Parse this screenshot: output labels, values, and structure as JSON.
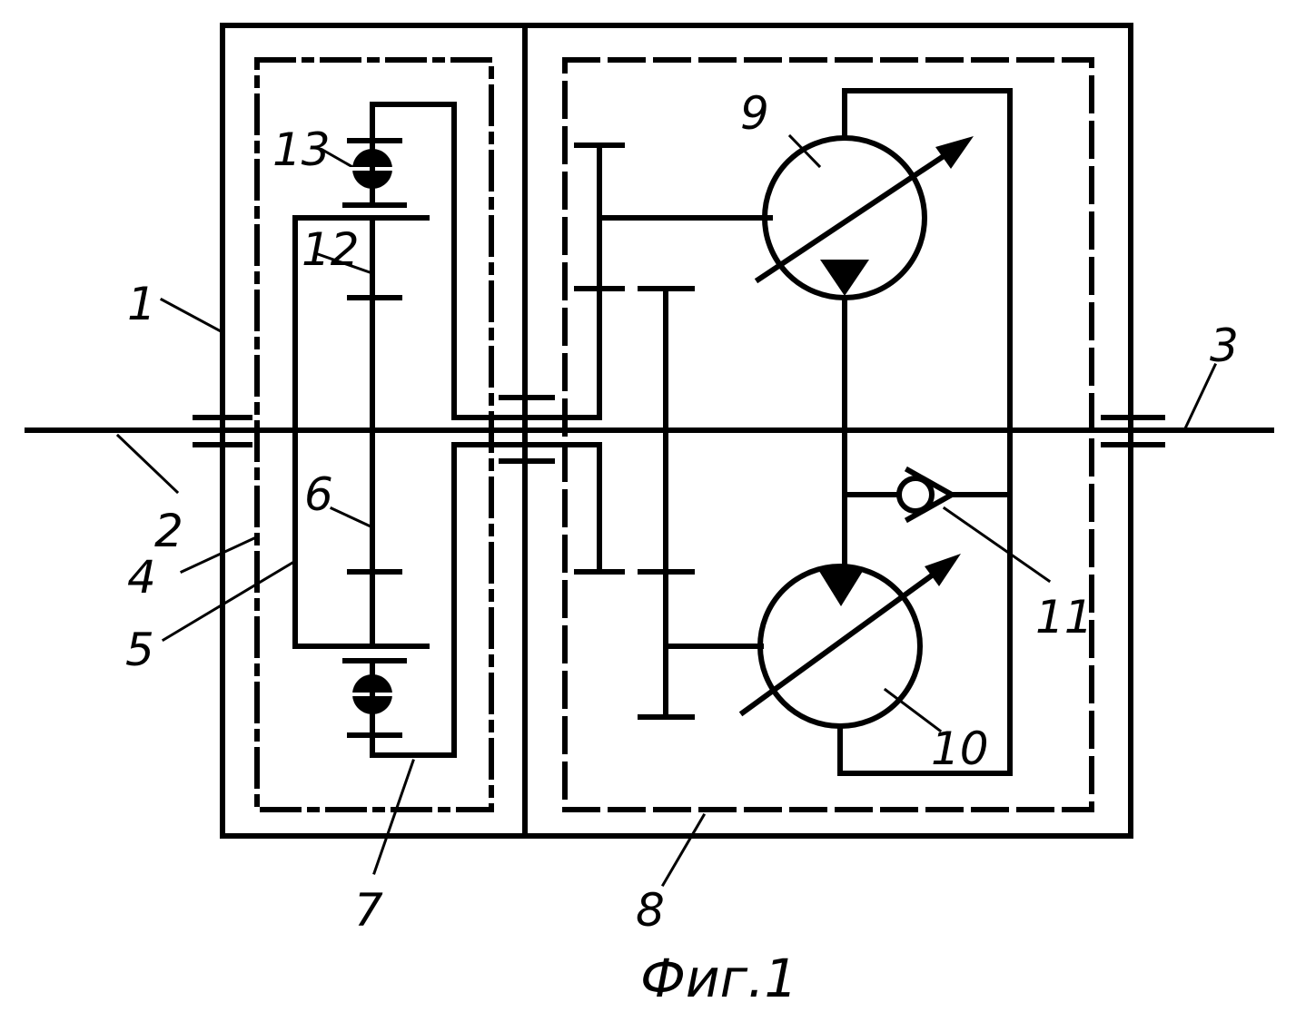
{
  "labels": {
    "l1": "1",
    "l2": "2",
    "l3": "3",
    "l4": "4",
    "l5": "5",
    "l6": "6",
    "l7": "7",
    "l8": "8",
    "l9": "9",
    "l10": "10",
    "l11": "11",
    "l12": "12",
    "l13": "13"
  },
  "caption": "Фиг.1",
  "colors": {
    "ink": "#000000",
    "paper": "#ffffff"
  }
}
